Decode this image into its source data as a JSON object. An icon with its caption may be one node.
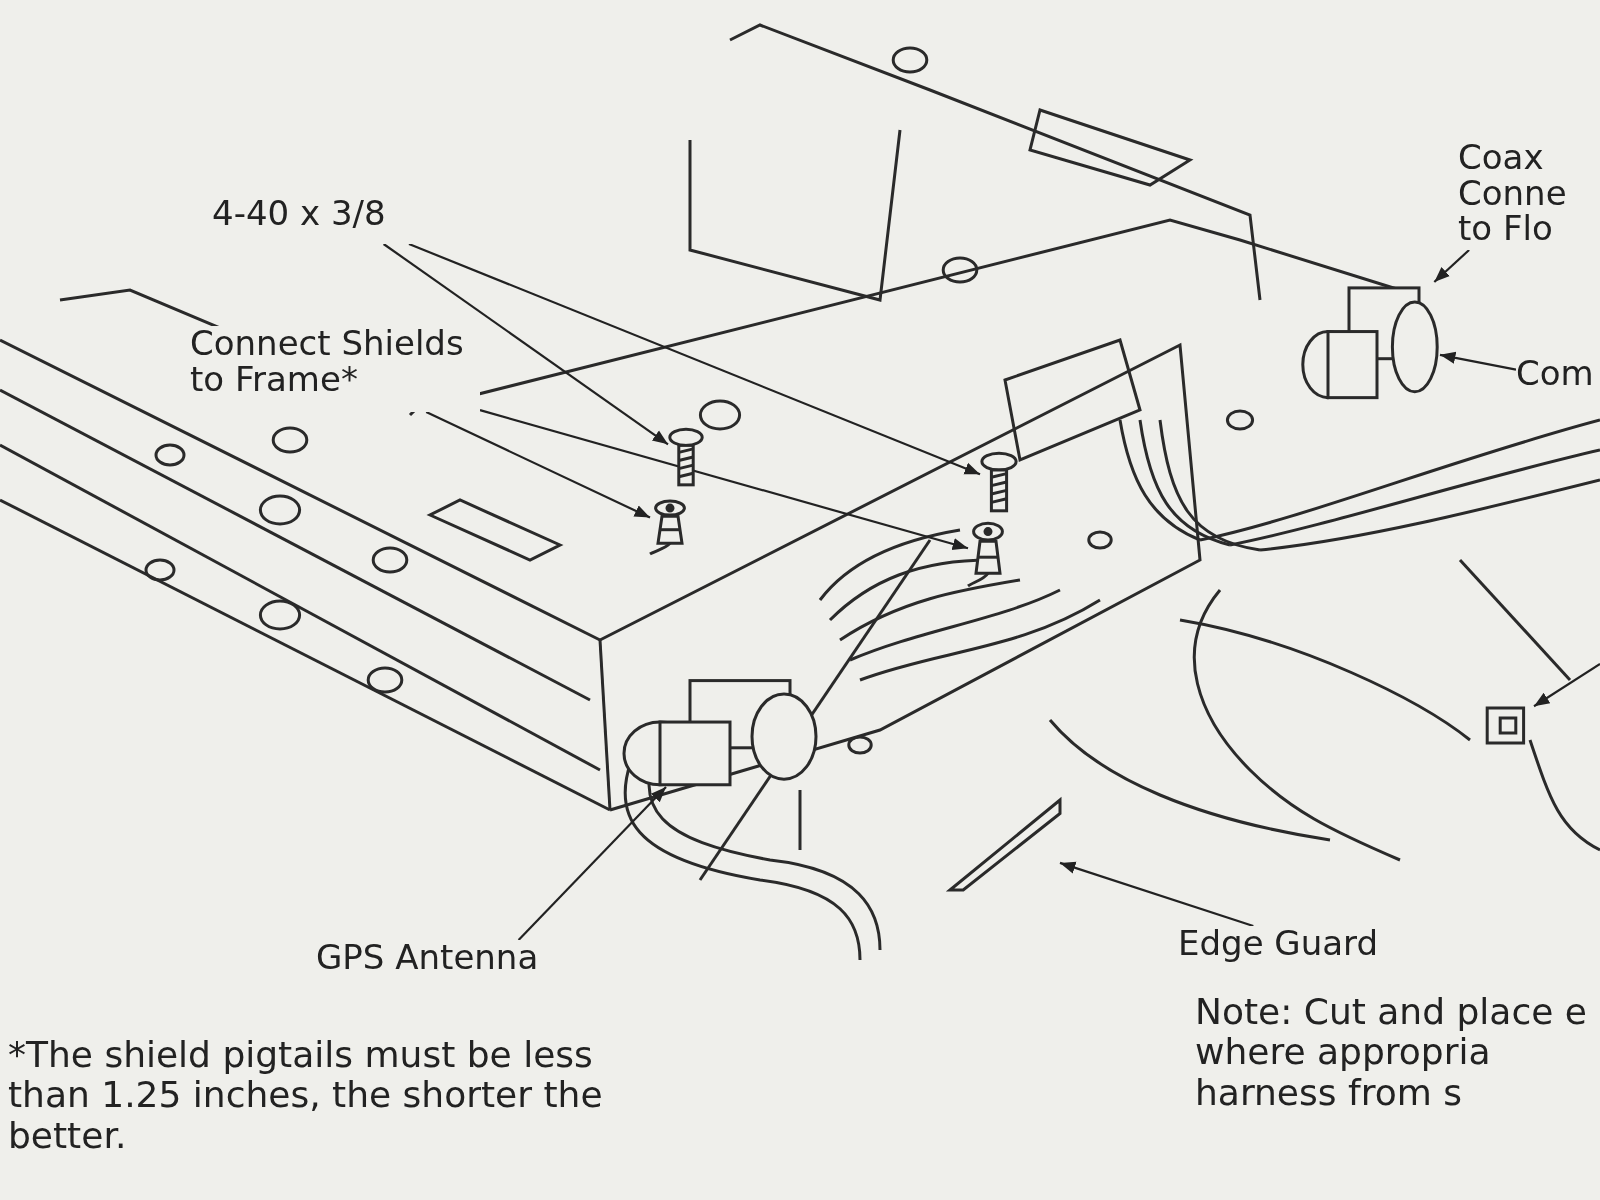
{
  "diagram": {
    "nodes": [
      {
        "text": [
          "4-40 x 3/8"
        ]
      },
      {
        "text": [],
        "shape": "picture"
      },
      {
        "text": [],
        "shape": "picture"
      },
      {
        "text": [
          "Connect Shields to Frame*"
        ]
      },
      {
        "text": [],
        "shape": "picture"
      },
      {
        "text": [],
        "shape": "picture"
      },
      {
        "text": [
          "Coax Conne to Flo"
        ]
      },
      {
        "text": [],
        "shape": "picture"
      },
      {
        "text": [
          "Com"
        ]
      },
      {
        "text": [
          "GPS Antenna"
        ]
      },
      {
        "text": [],
        "shape": "picture"
      },
      {
        "text": [
          "Edge Guard"
        ]
      },
      {
        "text": [],
        "shape": "picture"
      },
      {
        "text": [],
        "shape": "picture"
      }
    ],
    "edges": [
      {
        "from": 0,
        "to": 1,
        "arrow": "to"
      },
      {
        "from": 0,
        "to": 2,
        "arrow": "to"
      },
      {
        "from": 3,
        "to": 4,
        "arrow": "to"
      },
      {
        "from": 3,
        "to": 5,
        "arrow": "to"
      },
      {
        "from": 6,
        "to": 7,
        "arrow": "to"
      },
      {
        "from": 8,
        "to": 7,
        "arrow": "to"
      },
      {
        "from": 9,
        "to": 10,
        "arrow": "to"
      },
      {
        "from": 11,
        "to": 12,
        "arrow": "to"
      },
      {
        "from": null,
        "to": 13,
        "arrow": "to"
      }
    ],
    "labels": [
      "Note: Cut and place e where appropria harness from s",
      "*The shield pigtails must be less than 1.25 inches, the shorter the better."
    ]
  }
}
